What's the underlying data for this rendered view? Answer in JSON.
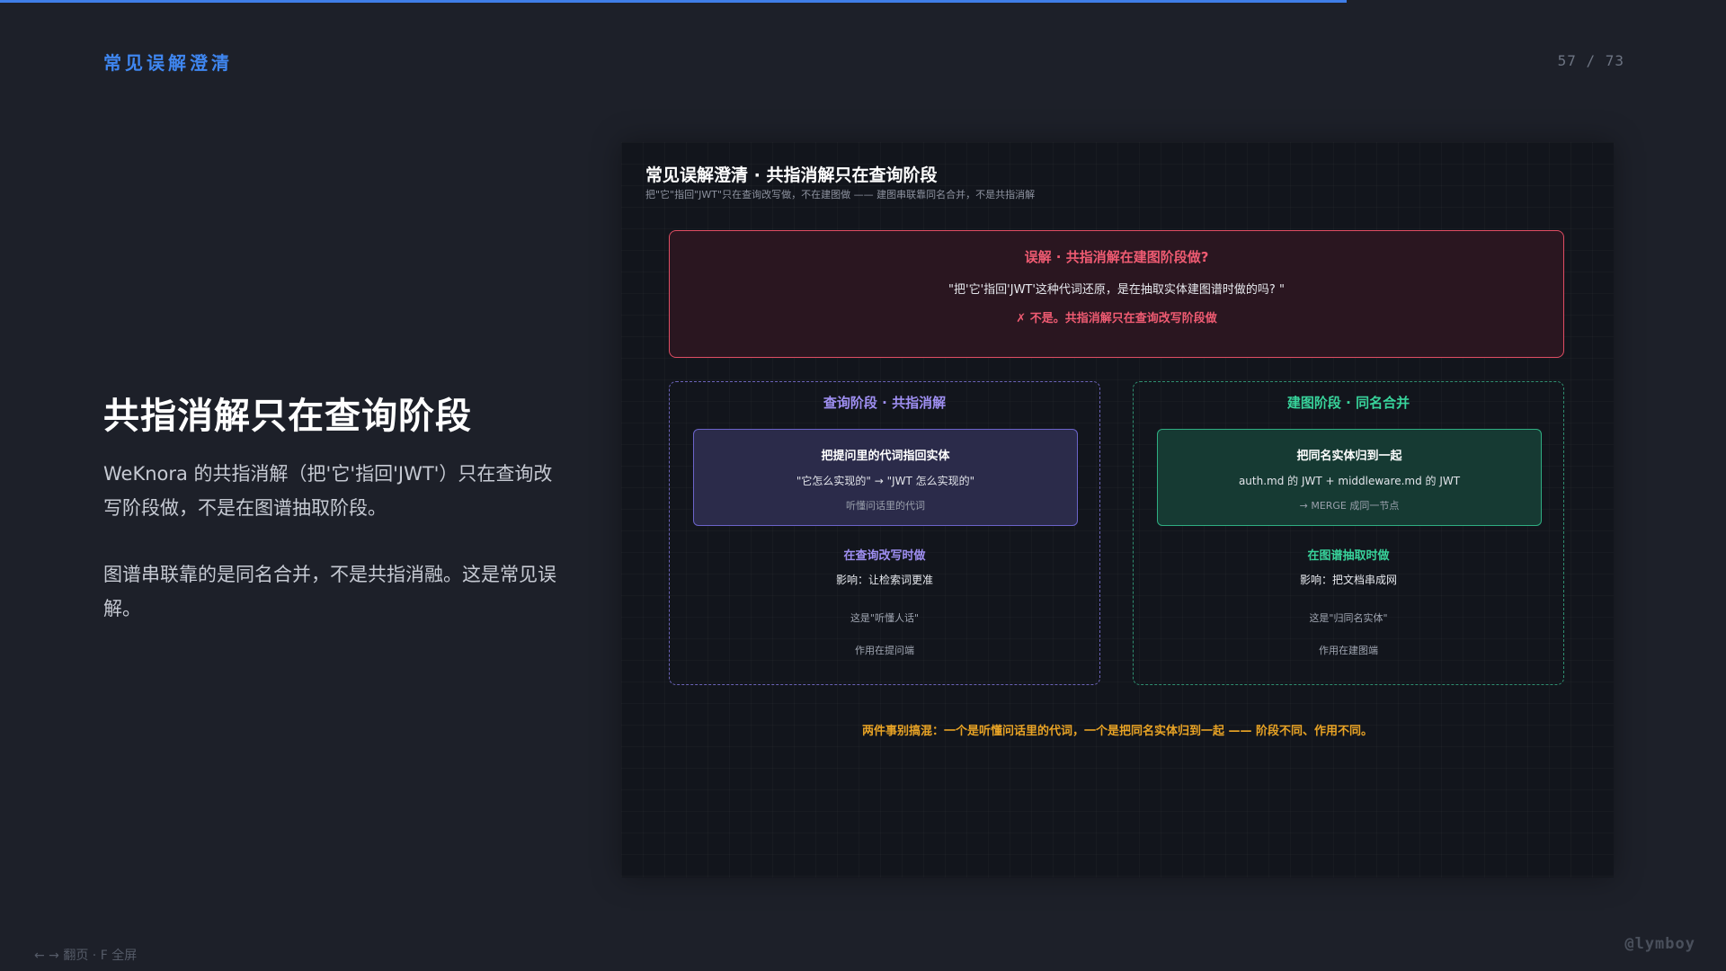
{
  "progress": {
    "fraction": 0.78,
    "color": "#3f7ee8"
  },
  "header": {
    "section_label": "常见误解澄清",
    "page_counter": "57 / 73"
  },
  "slide": {
    "title": "共指消解只在查询阶段",
    "paragraphs": [
      "WeKnora 的共指消解（把'它'指回'JWT'）只在查询改写阶段做，不是在图谱抽取阶段。",
      "图谱串联靠的是同名合并，不是共指消融。这是常见误解。"
    ]
  },
  "diagram": {
    "title": "常见误解澄清 · 共指消解只在查询阶段",
    "subtitle": "把\"它\"指回\"JWT\"只在查询改写做，不在建图做 —— 建图串联靠同名合并，不是共指消解",
    "myth": {
      "heading": "误解 · 共指消解在建图阶段做?",
      "question": "\"把'它'指回'JWT'这种代词还原，是在抽取实体建图谱时做的吗? \"",
      "verdict": "✗ 不是。共指消解只在查询改写阶段做"
    },
    "query_stage": {
      "heading": "查询阶段 · 共指消解",
      "card_title": "把提问里的代词指回实体",
      "card_example": "\"它怎么实现的\" → \"JWT 怎么实现的\"",
      "card_note": "听懂问话里的代词",
      "when": "在查询改写时做",
      "impact": "影响：让检索词更准",
      "nature": "这是\"听懂人话\"",
      "side": "作用在提问端"
    },
    "build_stage": {
      "heading": "建图阶段 · 同名合并",
      "card_title": "把同名实体归到一起",
      "card_example": "auth.md 的 JWT + middleware.md 的 JWT",
      "card_note": "→ MERGE 成同一节点",
      "when": "在图谱抽取时做",
      "impact": "影响：把文档串成网",
      "nature": "这是\"归同名实体\"",
      "side": "作用在建图端"
    },
    "conclusion": "两件事别搞混：一个是听懂问话里的代词，一个是把同名实体归到一起 —— 阶段不同、作用不同。"
  },
  "footer": {
    "hint": "← → 翻页 · F 全屏",
    "watermark": "@lymboy"
  }
}
